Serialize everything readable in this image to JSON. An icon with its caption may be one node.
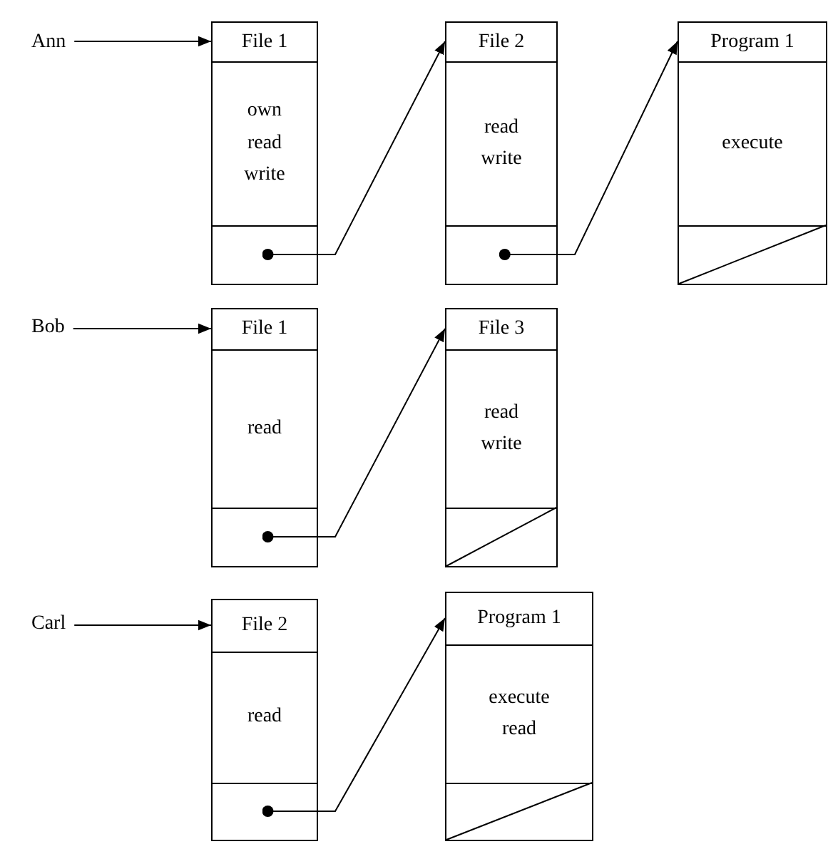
{
  "diagram": {
    "nodes": [
      {
        "text": [
          "Ann"
        ]
      },
      {
        "text": [
          "File 1",
          "own read write"
        ]
      },
      {
        "text": [
          "File 2",
          "read write"
        ]
      },
      {
        "text": [
          "Program 1",
          "execute"
        ]
      },
      {
        "text": [
          "Bob"
        ]
      },
      {
        "text": [
          "File 1",
          "read"
        ]
      },
      {
        "text": [
          "File 3",
          "read write"
        ]
      },
      {
        "text": [
          "Carl"
        ]
      },
      {
        "text": [
          "File 2",
          "read"
        ]
      },
      {
        "text": [
          "Program 1",
          "execute read"
        ]
      }
    ],
    "edges": [
      {
        "from": 0,
        "to": 1,
        "arrow": "to"
      },
      {
        "from": 1,
        "to": 2,
        "arrow": "to"
      },
      {
        "from": 2,
        "to": 3,
        "arrow": "to"
      },
      {
        "from": 4,
        "to": 5,
        "arrow": "to"
      },
      {
        "from": 5,
        "to": 6,
        "arrow": "to"
      },
      {
        "from": 7,
        "to": 8,
        "arrow": "to"
      },
      {
        "from": 8,
        "to": 9,
        "arrow": "to"
      }
    ]
  }
}
